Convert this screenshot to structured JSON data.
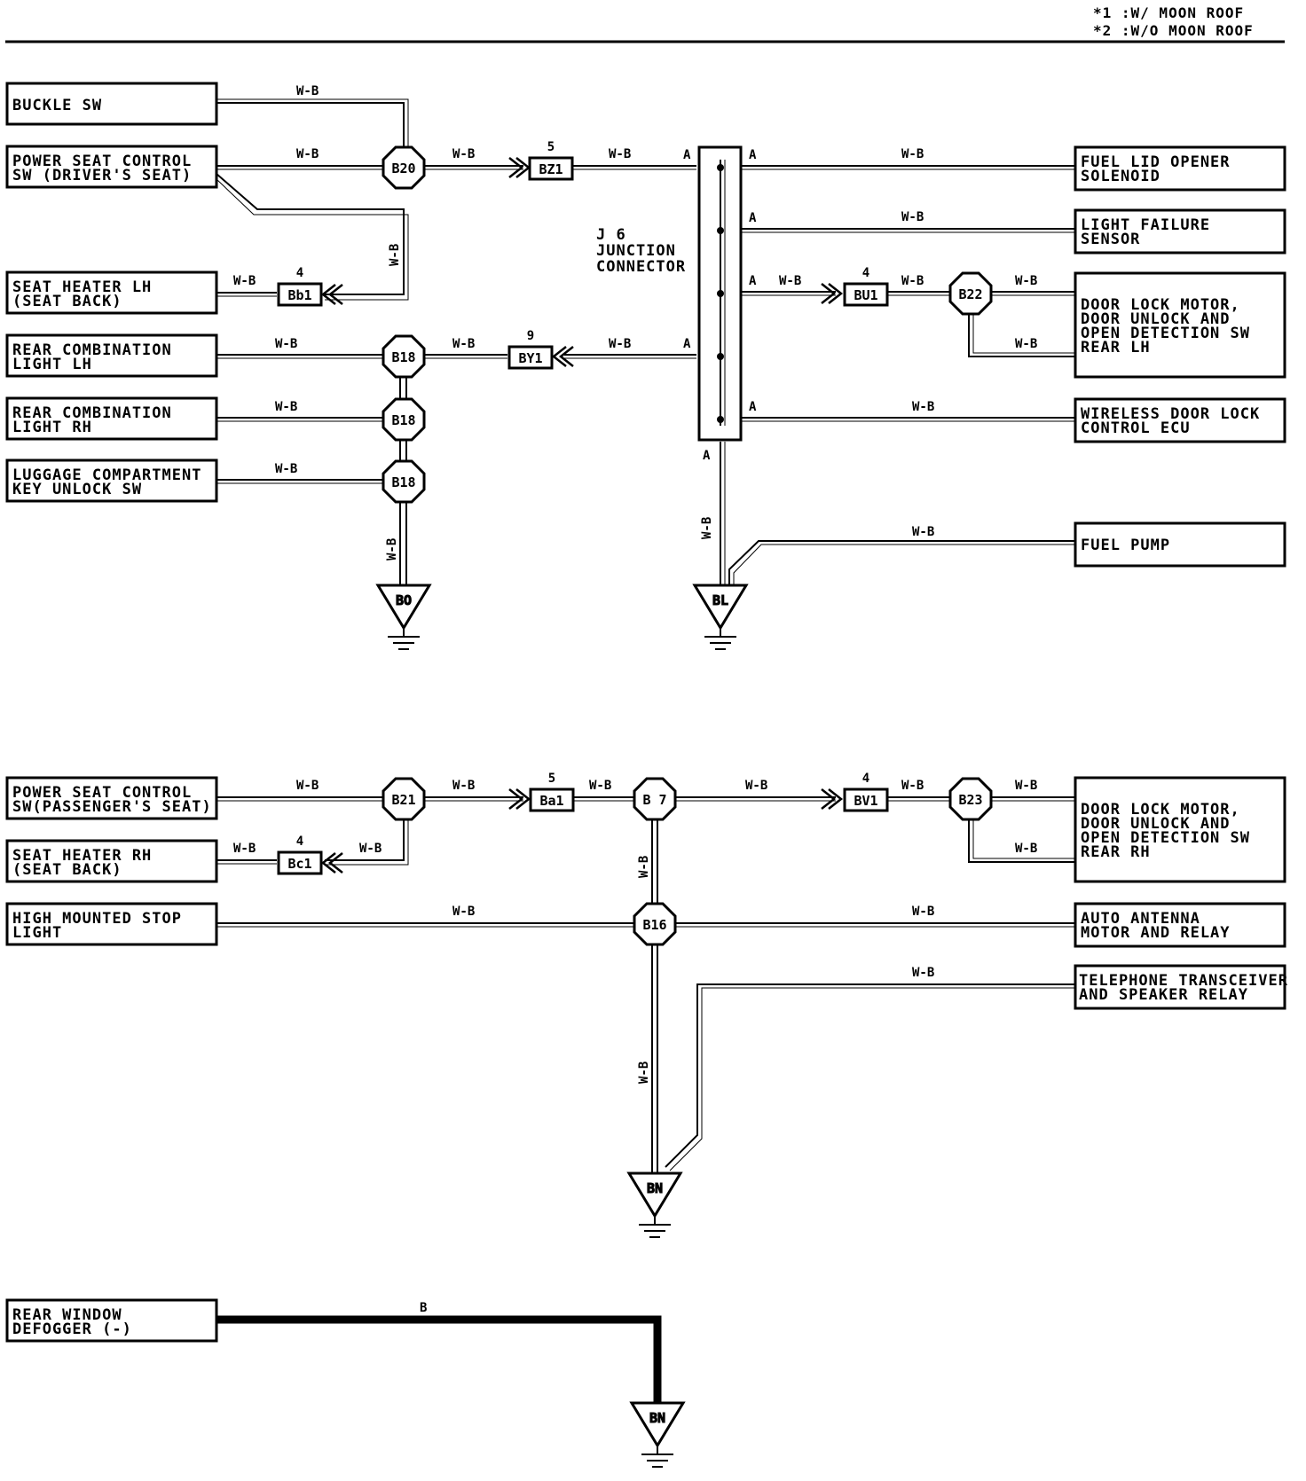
{
  "legend": [
    "*1 :W/ MOON ROOF",
    "*2 :W/O MOON ROOF"
  ],
  "junction": {
    "id": "J 6",
    "line1": "JUNCTION",
    "line2": "CONNECTOR"
  },
  "wire_color_wb": "W-B",
  "wire_color_b": "B",
  "pin_a": "A",
  "components": {
    "buckle_sw": [
      "BUCKLE SW"
    ],
    "power_seat_driver": [
      "POWER SEAT CONTROL",
      "SW (DRIVER'S SEAT)"
    ],
    "seat_heater_lh": [
      "SEAT HEATER LH",
      "(SEAT BACK)"
    ],
    "rear_comb_lh": [
      "REAR COMBINATION",
      "LIGHT LH"
    ],
    "rear_comb_rh": [
      "REAR COMBINATION",
      "LIGHT RH"
    ],
    "luggage_key": [
      "LUGGAGE COMPARTMENT",
      "KEY UNLOCK SW"
    ],
    "fuel_lid": [
      "FUEL LID OPENER",
      "SOLENOID"
    ],
    "light_failure": [
      "LIGHT FAILURE",
      "SENSOR"
    ],
    "door_lock_lh": [
      "DOOR LOCK MOTOR,",
      "DOOR UNLOCK AND",
      "OPEN DETECTION SW",
      "REAR LH"
    ],
    "wireless_ecu": [
      "WIRELESS DOOR LOCK",
      "CONTROL ECU"
    ],
    "fuel_pump": [
      "FUEL PUMP"
    ],
    "power_seat_pass": [
      "POWER SEAT CONTROL",
      "SW(PASSENGER'S SEAT)"
    ],
    "seat_heater_rh": [
      "SEAT HEATER RH",
      "(SEAT BACK)"
    ],
    "high_stop": [
      "HIGH MOUNTED STOP",
      "LIGHT"
    ],
    "door_lock_rh": [
      "DOOR LOCK MOTOR,",
      "DOOR UNLOCK AND",
      "OPEN DETECTION SW",
      "REAR RH"
    ],
    "auto_antenna": [
      "AUTO ANTENNA",
      "MOTOR AND RELAY"
    ],
    "telephone": [
      "TELEPHONE TRANSCEIVER",
      "AND SPEAKER RELAY"
    ],
    "rear_defogger": [
      "REAR WINDOW",
      "DEFOGGER (-)"
    ]
  },
  "splices": {
    "b20": "B20",
    "b18a": "B18",
    "b18b": "B18",
    "b18c": "B18",
    "b22": "B22",
    "b21": "B21",
    "b7": "B 7",
    "b23": "B23",
    "b16": "B16"
  },
  "connectors": {
    "bz1": {
      "id": "BZ1",
      "pin": "5"
    },
    "bb1": {
      "id": "Bb1",
      "pin": "4"
    },
    "by1": {
      "id": "BY1",
      "pin": "9"
    },
    "bu1": {
      "id": "BU1",
      "pin": "4"
    },
    "ba1": {
      "id": "Ba1",
      "pin": "5"
    },
    "bc1": {
      "id": "Bc1",
      "pin": "4"
    },
    "bv1": {
      "id": "BV1",
      "pin": "4"
    }
  },
  "grounds": {
    "bo": "BO",
    "bl": "BL",
    "bn1": "BN",
    "bn2": "BN"
  }
}
